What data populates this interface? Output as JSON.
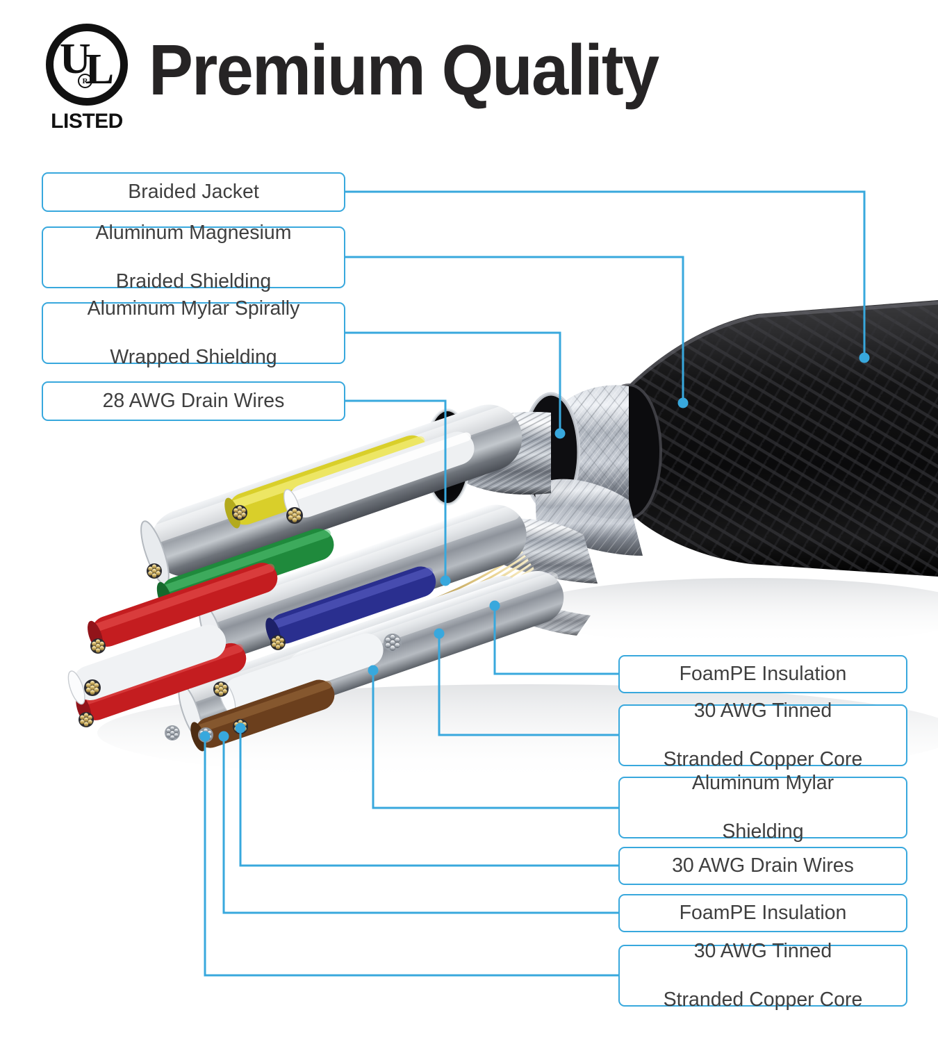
{
  "header": {
    "badge": {
      "mark": "UL",
      "letter_u": "U",
      "letter_l": "L",
      "registered": "R",
      "caption": "LISTED"
    },
    "title": "Premium Quality"
  },
  "theme": {
    "accent": "#38a8dd",
    "text": "#3f3f3f",
    "title_color": "#262425",
    "background": "#ffffff"
  },
  "labels_left": [
    {
      "id": "braided-jacket",
      "text": "Braided Jacket",
      "lines": [
        "Braided Jacket"
      ]
    },
    {
      "id": "al-mg-braided-shielding",
      "text": "Aluminum Magnesium Braided Shielding",
      "lines": [
        "Aluminum Magnesium",
        "Braided Shielding"
      ]
    },
    {
      "id": "al-mylar-spiral-shielding",
      "text": "Aluminum Mylar Spirally Wrapped Shielding",
      "lines": [
        "Aluminum Mylar Spirally",
        "Wrapped Shielding"
      ]
    },
    {
      "id": "drain-wires-28awg",
      "text": "28 AWG Drain Wires",
      "lines": [
        "28 AWG Drain Wires"
      ]
    }
  ],
  "labels_right": [
    {
      "id": "foampe-insulation-1",
      "text": "FoamPE Insulation",
      "lines": [
        "FoamPE Insulation"
      ]
    },
    {
      "id": "copper-core-30awg-1",
      "text": "30 AWG Tinned Stranded Copper Core",
      "lines": [
        "30 AWG Tinned",
        "Stranded Copper Core"
      ]
    },
    {
      "id": "al-mylar-shielding",
      "text": "Aluminum Mylar Shielding",
      "lines": [
        "Aluminum Mylar",
        "Shielding"
      ]
    },
    {
      "id": "drain-wires-30awg",
      "text": "30 AWG Drain Wires",
      "lines": [
        "30 AWG Drain Wires"
      ]
    },
    {
      "id": "foampe-insulation-2",
      "text": "FoamPE Insulation",
      "lines": [
        "FoamPE Insulation"
      ]
    },
    {
      "id": "copper-core-30awg-2",
      "text": "30 AWG Tinned Stranded Copper Core",
      "lines": [
        "30 AWG Tinned",
        "Stranded Copper Core"
      ]
    }
  ],
  "diagram": {
    "subject": "cable-cutaway",
    "layers": [
      "braided-jacket",
      "aluminum-magnesium-braided-shielding",
      "aluminum-mylar-spirally-wrapped-shielding",
      "28-awg-drain-wires",
      "foampe-insulation",
      "30-awg-tinned-stranded-copper-core",
      "aluminum-mylar-shielding",
      "30-awg-drain-wires"
    ],
    "wire_colors": [
      "#d9cf2a",
      "#e9e9e9",
      "#1f8a3c",
      "#c41d20",
      "#2a2f8f",
      "#6b3f1d",
      "#6b35c9",
      "#f2f2f2"
    ]
  }
}
